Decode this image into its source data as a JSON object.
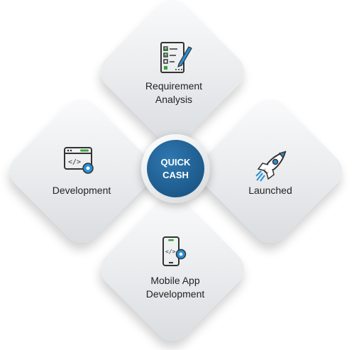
{
  "center": {
    "line1": "QUICK",
    "line2": "CASH",
    "color": "#1d5a8c"
  },
  "steps": [
    {
      "position": "top",
      "label_line1": "Requirement",
      "label_line2": "Analysis",
      "icon": "checklist-pencil-icon"
    },
    {
      "position": "left",
      "label_line1": "Development",
      "icon": "code-window-gear-icon"
    },
    {
      "position": "right",
      "label_line1": "Launched",
      "icon": "rocket-icon"
    },
    {
      "position": "bottom",
      "label_line1": "Mobile App",
      "label_line2": "Development",
      "icon": "mobile-code-gear-icon"
    }
  ],
  "colors": {
    "icon_dark": "#333333",
    "icon_accent": "#2a8fd6",
    "icon_green": "#3aa335"
  }
}
